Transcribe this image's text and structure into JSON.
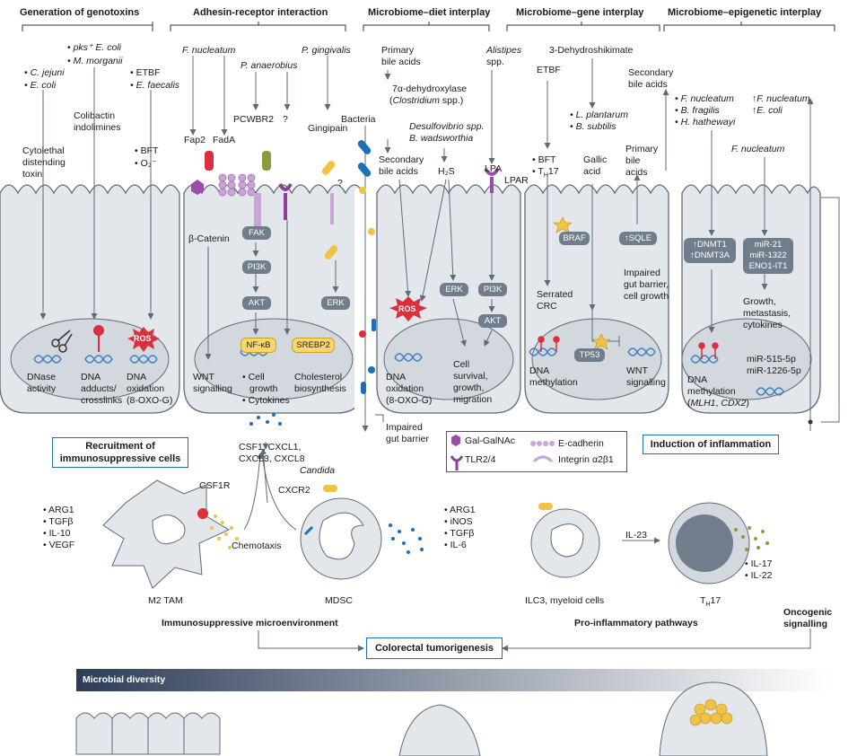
{
  "headers": {
    "genotoxins": "Generation of genotoxins",
    "adhesin": "Adhesin-receptor interaction",
    "diet": "Microbiome–diet interplay",
    "gene": "Microbiome–gene interplay",
    "epigenetic": "Microbiome–epigenetic interplay"
  },
  "panel1": {
    "pks": "pks⁺ E. coli",
    "morganii": "M. morganii",
    "cjejuni": "C. jejuni",
    "ecoli": "E. coli",
    "etbf": "ETBF",
    "efaecalis": "E. faecalis",
    "colibactin1": "Colibactin",
    "colibactin2": "indolimines",
    "cdt1": "Cytolethal",
    "cdt2": "distending",
    "cdt3": "toxin",
    "bft": "BFT",
    "o2": "O₂⁻",
    "ros": "ROS",
    "dnase1": "DNase",
    "dnase2": "activity",
    "adduct1": "DNA",
    "adduct2": "adducts/",
    "adduct3": "crosslinks",
    "ox1": "DNA",
    "ox2": "oxidation",
    "ox3": "(8-OXO-G)"
  },
  "panel2": {
    "fnuc": "F. nucleatum",
    "panaer": "P. anaerobius",
    "pging": "P. gingivalis",
    "fap2": "Fap2",
    "fada": "FadA",
    "pcwbr2": "PCWBR2",
    "q1": "?",
    "q2": "?",
    "gingipain": "Gingipain",
    "bcat": "β-Catenin",
    "fak": "FAK",
    "pi3k": "PI3K",
    "akt": "AKT",
    "erk": "ERK",
    "nfkb": "NF-κB",
    "srebp2": "SREBP2",
    "wnt1": "WNT",
    "wnt2": "signalling",
    "growth1": "Cell",
    "growth2": "growth",
    "cyto": "Cytokines",
    "chol1": "Cholesterol",
    "chol2": "biosynthesis"
  },
  "bacteria": "Bacteria",
  "panel3": {
    "pba1": "Primary",
    "pba2": "bile acids",
    "dehyd1": "7α-dehydroxylase",
    "dehyd2": "(Clostridium spp.)",
    "desulf1": "Desulfovibrio spp.",
    "desulf2": "B. wadsworthia",
    "sba1": "Secondary",
    "sba2": "bile acids",
    "h2s": "H₂S",
    "alist1": "Alistipes",
    "alist2": "spp.",
    "lpa": "LPA",
    "lpar": "LPAR",
    "ros": "ROS",
    "erk": "ERK",
    "pi3k": "PI3K",
    "akt": "AKT",
    "ox1": "DNA",
    "ox2": "oxidation",
    "ox3": "(8-OXO-G)",
    "surv1": "Cell",
    "surv2": "survival,",
    "surv3": "growth,",
    "surv4": "migration"
  },
  "impaired": {
    "l1": "Impaired",
    "l2": "gut barrier"
  },
  "panel4": {
    "etbf": "ETBF",
    "bft": "BFT",
    "th17": "T",
    "th17sub": "H",
    "th17b": "17",
    "dhs": "3-Dehydroshikimate",
    "lplant": "L. plantarum",
    "bsub": "B. subtilis",
    "gallic1": "Gallic",
    "gallic2": "acid",
    "pba1": "Primary",
    "pba2": "bile",
    "pba3": "acids",
    "sba1": "Secondary",
    "sba2": "bile acids",
    "braf": "BRAF",
    "sqle": "↑SQLE",
    "serr1": "Serrated",
    "serr2": "CRC",
    "tp53": "TP53",
    "meth1": "DNA",
    "meth2": "methylation",
    "wnt1": "WNT",
    "wnt2": "signalling",
    "imp1": "Impaired",
    "imp2": "gut barrier,",
    "imp3": "cell growth"
  },
  "panel5": {
    "fn": "F. nucleatum",
    "bf": "B. fragilis",
    "hh": "H. hathewayi",
    "upfn": "↑F. nucleatum",
    "upec": "↑E. coli",
    "fn2": "F. nucleatum",
    "dnmt1": "↑DNMT1",
    "dnmt3a": "↑DNMT3A",
    "mir21": "miR-21",
    "mir1322": "miR-1322",
    "eno": "ENO1-IT1",
    "out1": "Growth,",
    "out2": "metastasis,",
    "out3": "cytokines",
    "mirb1": "miR-515-5p",
    "mirb2": "miR-1226-5p",
    "meth1": "DNA",
    "meth2": "methylation",
    "meth3": "(MLH1, CDX2)"
  },
  "legend": {
    "galnac": "Gal-GalNAc",
    "tlr": "TLR2/4",
    "ecad": "E-cadherin",
    "integrin": "Integrin α2β1"
  },
  "boxes": {
    "recruit1": "Recruitment of",
    "recruit2": "immunosuppressive cells",
    "inflam": "Induction of inflammation",
    "crc": "Colorectal tumorigenesis"
  },
  "immune": {
    "csf1": "CSF1, CXCL1,",
    "csf2": "CXCL3, CXCL8",
    "csf1r": "CSF1R",
    "cxcr2": "CXCR2",
    "candida": "Candida",
    "m2": [
      "ARG1",
      "TGFβ",
      "IL-10",
      "VEGF"
    ],
    "mdsc": [
      "ARG1",
      "iNOS",
      "TGFβ",
      "IL-6"
    ],
    "th17cyt": [
      "IL-17",
      "IL-22"
    ],
    "m2label": "M2 TAM",
    "chemo": "Chemotaxis",
    "mdsclabel": "MDSC",
    "ilc3": "ILC3, myeloid cells",
    "il23": "IL-23",
    "th17": "T",
    "th17sub": "H",
    "th17b": "17",
    "immunomicro": "Immunosuppressive microenvironment",
    "proinf": "Pro-inflammatory pathways",
    "onco1": "Oncogenic",
    "onco2": "signalling"
  },
  "diversity": "Microbial diversity",
  "colors": {
    "cell": "#e3e6eb",
    "cellEdge": "#5e6b78",
    "pill": "#6f7d8c",
    "accent": "#1f6fb5",
    "ros": "#d9303c",
    "yellow": "#f2c244",
    "dna": "#3f7fc0"
  }
}
